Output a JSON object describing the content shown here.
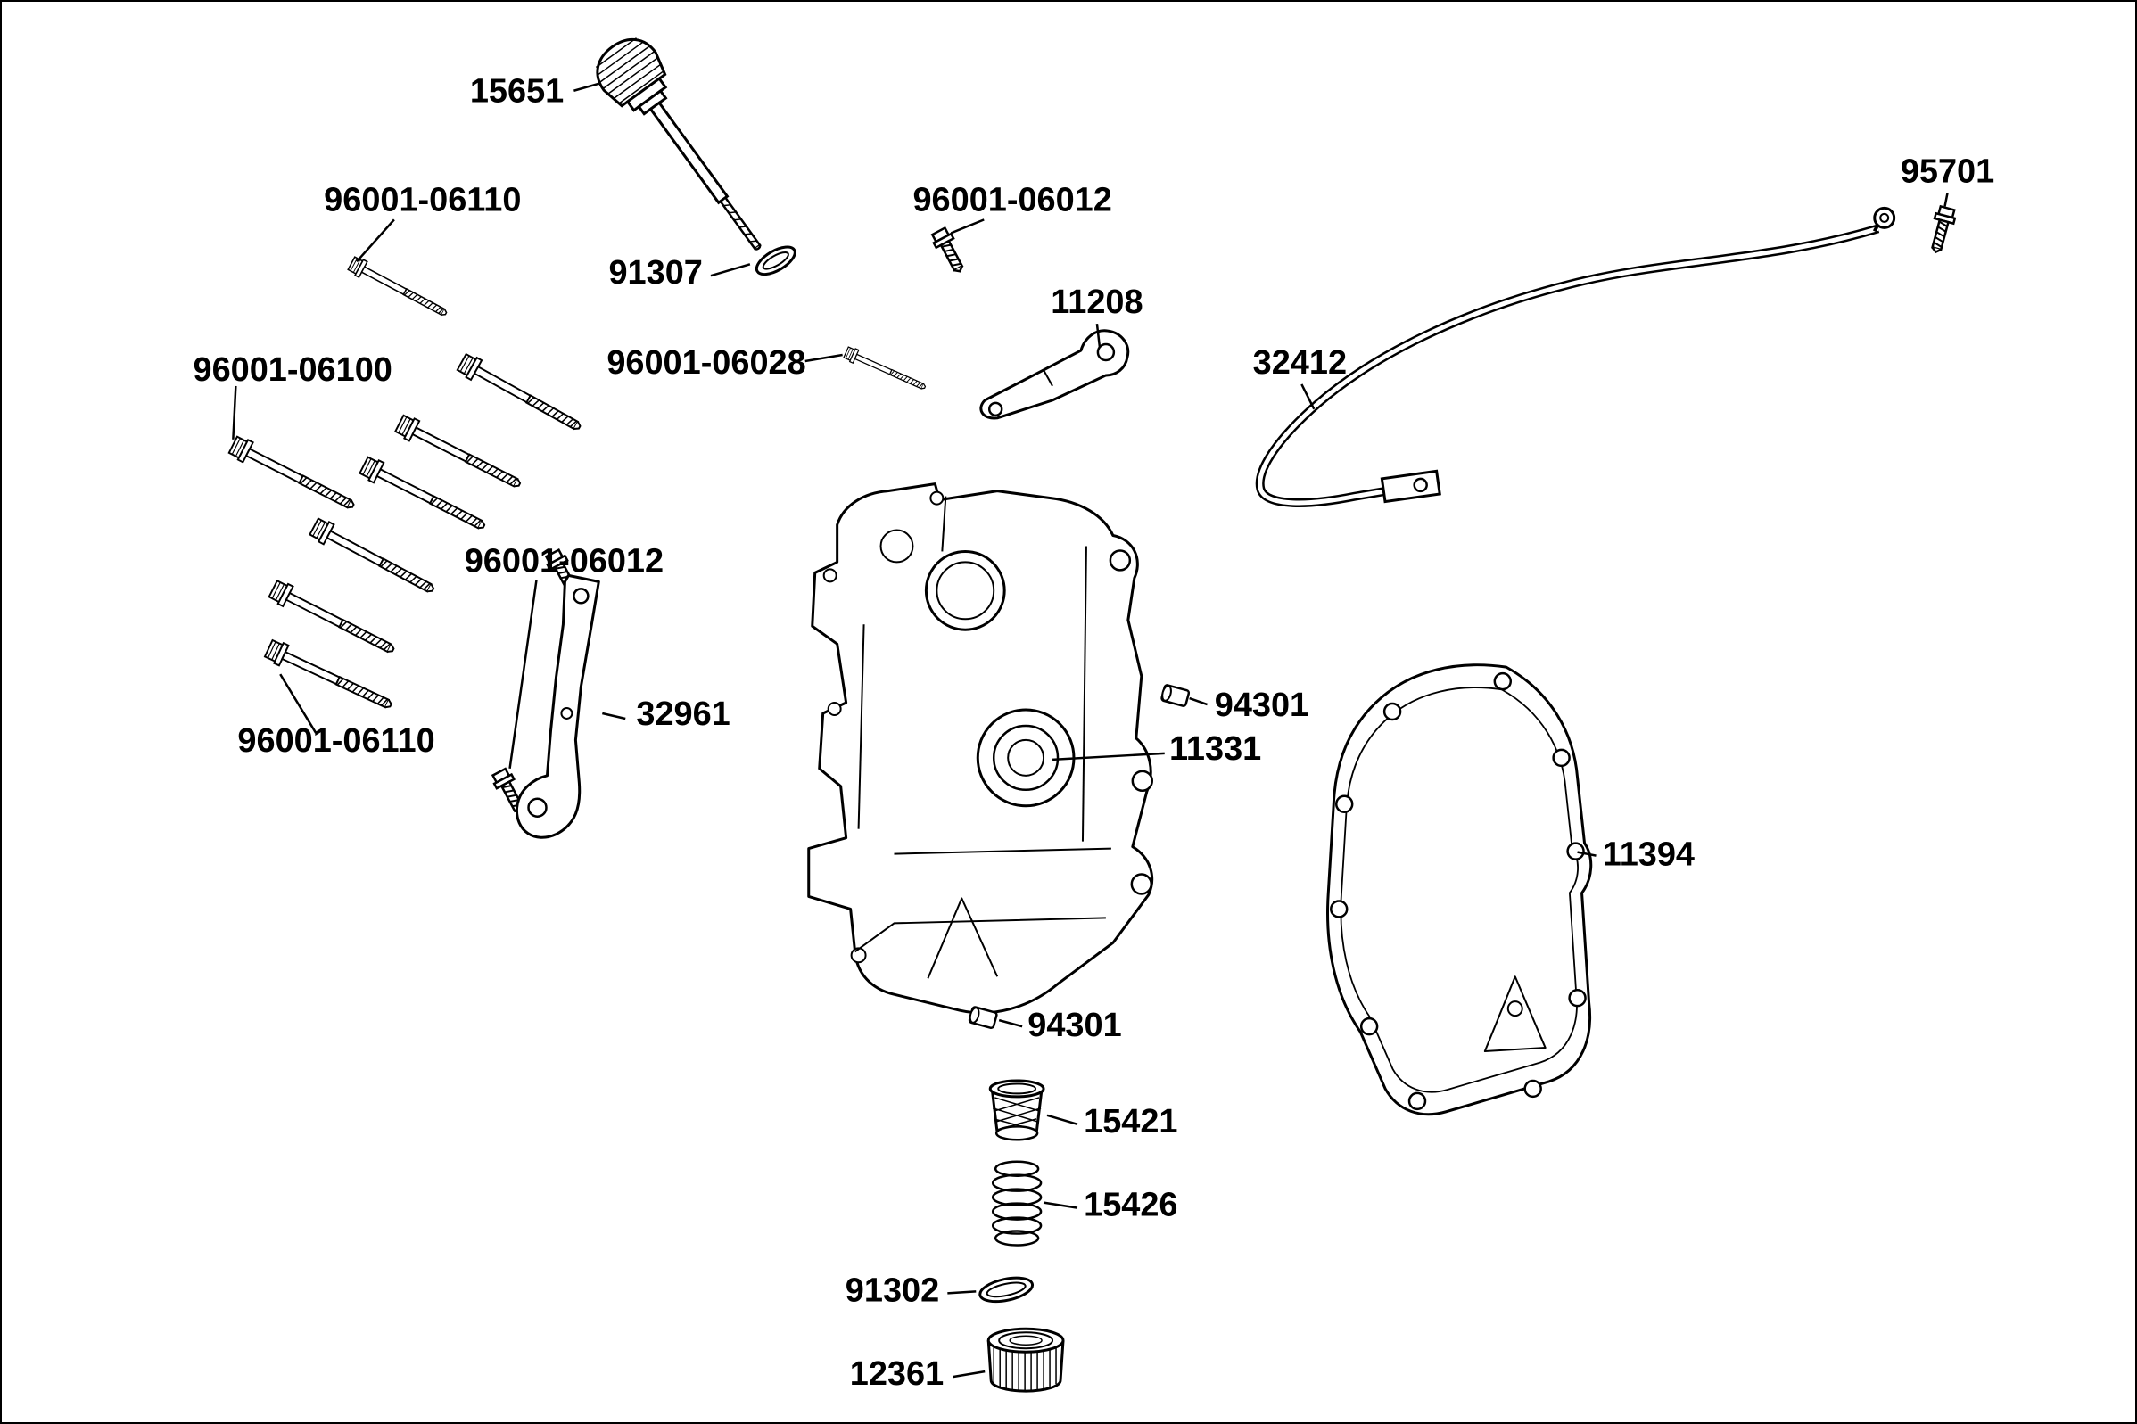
{
  "diagram": {
    "title": "Engine crankcase exploded parts diagram",
    "background_color": "#ffffff",
    "line_color": "#000000",
    "label_color": "#000000",
    "labels": [
      {
        "text": "15651"
      },
      {
        "text": "96001-06110"
      },
      {
        "text": "96001-06012"
      },
      {
        "text": "95701"
      },
      {
        "text": "91307"
      },
      {
        "text": "96001-06028"
      },
      {
        "text": "11208"
      },
      {
        "text": "32412"
      },
      {
        "text": "96001-06100"
      },
      {
        "text": "96001-06012"
      },
      {
        "text": "32961"
      },
      {
        "text": "96001-06110"
      },
      {
        "text": "94301"
      },
      {
        "text": "11331"
      },
      {
        "text": "11394"
      },
      {
        "text": "94301"
      },
      {
        "text": "15421"
      },
      {
        "text": "15426"
      },
      {
        "text": "91302"
      },
      {
        "text": "12361"
      }
    ]
  }
}
